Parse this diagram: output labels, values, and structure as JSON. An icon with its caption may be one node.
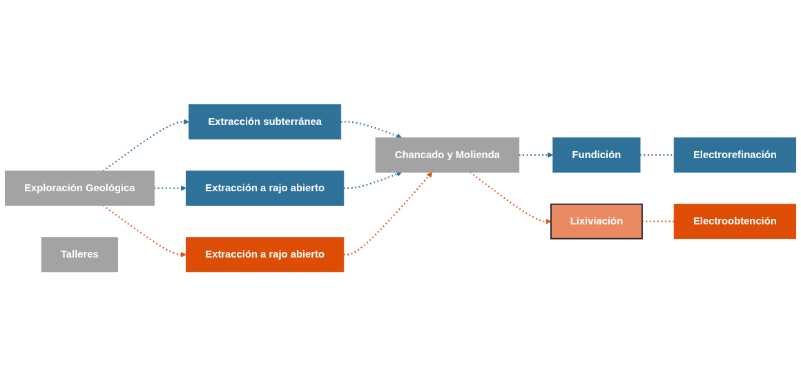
{
  "diagram": {
    "nodes": [
      {
        "text": [
          "Extracción subterránea"
        ]
      },
      {
        "text": [
          "Extracción a rajo abierto"
        ]
      },
      {
        "text": [
          "Fundición"
        ]
      },
      {
        "text": [
          "Electrorefinación"
        ]
      },
      {
        "text": [
          "Exploración Geológica"
        ]
      },
      {
        "text": [
          "Chancado y Molienda"
        ]
      },
      {
        "text": [
          "Talleres"
        ]
      },
      {
        "text": [
          "Extracción a rajo abierto"
        ]
      },
      {
        "text": [
          "Lixiviación"
        ]
      },
      {
        "text": [
          "Electroobtención"
        ]
      }
    ],
    "edges": [
      {
        "from": 4,
        "to": 0,
        "arrow": "to",
        "style": "dashed"
      },
      {
        "from": 4,
        "to": 1,
        "arrow": "to",
        "style": "dashed"
      },
      {
        "from": 0,
        "to": 5,
        "arrow": "to",
        "style": "dashed"
      },
      {
        "from": 1,
        "to": 5,
        "arrow": "to",
        "style": "dashed"
      },
      {
        "from": 5,
        "to": 2,
        "arrow": "to",
        "style": "dashed"
      },
      {
        "from": 2,
        "to": 3,
        "arrow": "none",
        "style": "dashed"
      },
      {
        "from": 4,
        "to": 7,
        "arrow": "to",
        "style": "dashed",
        "color": "#e0520f"
      },
      {
        "from": 7,
        "to": 5,
        "arrow": "to",
        "style": "dashed",
        "color": "#e0520f"
      },
      {
        "from": 5,
        "to": 8,
        "arrow": "to",
        "style": "dashed",
        "color": "#e0520f"
      },
      {
        "from": 8,
        "to": 9,
        "arrow": "none",
        "style": "dashed",
        "color": "#e0520f"
      }
    ]
  }
}
